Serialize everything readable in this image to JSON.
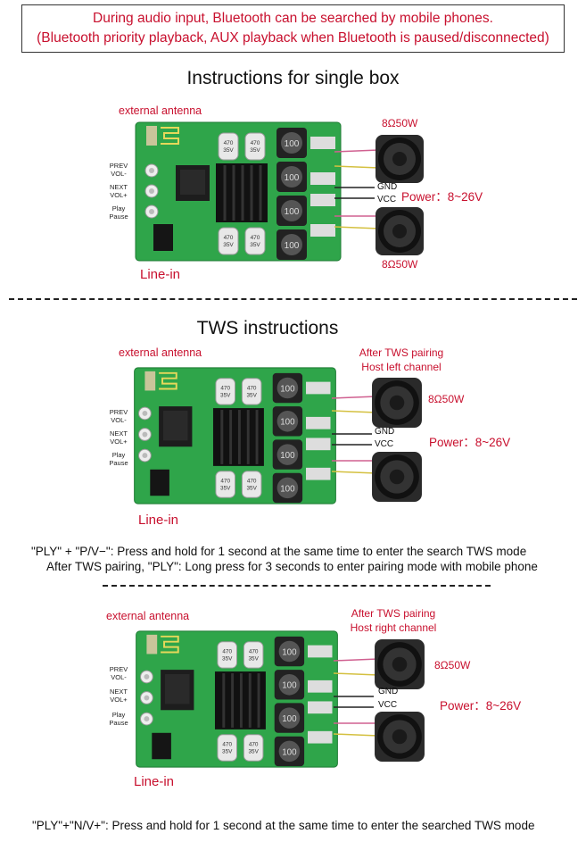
{
  "notice": {
    "line1": "During audio input, Bluetooth can be searched by mobile phones.",
    "line2": "(Bluetooth priority playback, AUX playback when Bluetooth is paused/disconnected)"
  },
  "section1": {
    "title": "Instructions for single box",
    "antenna": "external antenna",
    "line_in": "Line-in",
    "btn_prev": "PREV\nVOL-",
    "btn_next": "NEXT\nVOL+",
    "btn_play": "Play\nPause",
    "spk_top": "8Ω50W",
    "spk_bottom": "8Ω50W",
    "gnd": "GND",
    "vcc": "VCC",
    "power": "Power：8~26V"
  },
  "section2": {
    "title": "TWS instructions",
    "antenna": "external antenna",
    "line_in": "Line-in",
    "btn_prev": "PREV\nVOL-",
    "btn_next": "NEXT\nVOL+",
    "btn_play": "Play\nPause",
    "pairing_line1": "After TWS pairing",
    "pairing_line2": "Host left channel",
    "spk": "8Ω50W",
    "gnd": "GND",
    "vcc": "VCC",
    "power": "Power：8~26V",
    "note1": "\"PLY\" + \"P/V−\": Press and hold for 1 second at the same time to enter the search TWS mode",
    "note2": "After TWS pairing, \"PLY\": Long press for 3 seconds to enter pairing mode with mobile phone"
  },
  "section3": {
    "antenna": "external antenna",
    "line_in": "Line-in",
    "btn_prev": "PREV\nVOL-",
    "btn_next": "NEXT\nVOL+",
    "btn_play": "Play\nPause",
    "pairing_line1": "After TWS pairing",
    "pairing_line2": "Host right channel",
    "spk": "8Ω50W",
    "gnd": "GND",
    "vcc": "VCC",
    "power": "Power：8~26V",
    "note": "\"PLY\"+\"N/V+\": Press and hold for 1 second at the same time to enter the searched TWS mode"
  },
  "board": {
    "inductor_label": "100",
    "cap_label": "470\n35V"
  }
}
